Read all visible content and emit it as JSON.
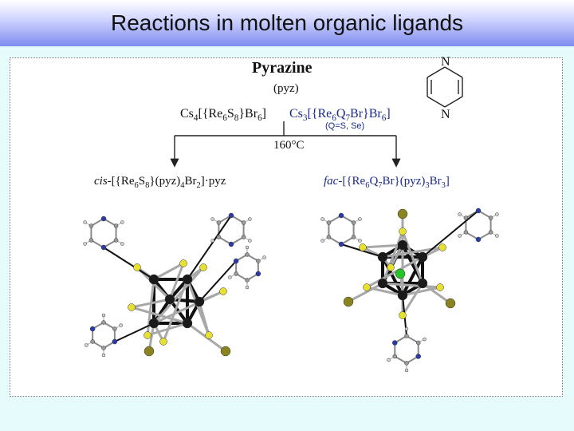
{
  "header": {
    "title": "Reactions in molten organic ligands"
  },
  "scheme": {
    "heading": "Pyrazine",
    "abbreviation": "(pyz)",
    "reactant_left": "Cs4[{Re6S8}Br6]",
    "reactant_right": "Cs3[{Re6Q7Br}Br6]",
    "note": "(Q=S, Se)",
    "condition": "160°C",
    "product_left": "cis-[{Re6S8}(pyz)4Br2]·pyz",
    "product_right": "fac-[{Re6Q7Br}(pyz)3Br3]",
    "pyrazine_atoms": [
      "N",
      "N"
    ]
  },
  "colors": {
    "rhenium": "#1a1a1a",
    "chalcogen": "#e8e030",
    "bromine": "#8a8420",
    "nitrogen": "#2a3aa8",
    "carbon": "#9a9a9a",
    "hydrogen": "#d8d8d8",
    "bond": "#a8a8a8",
    "accent_bromine": "#27c427"
  }
}
